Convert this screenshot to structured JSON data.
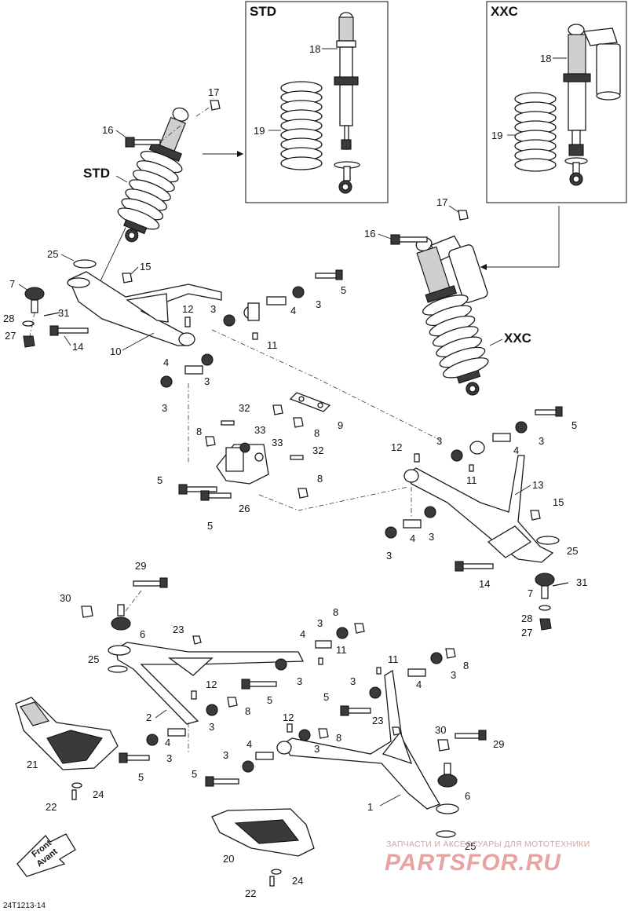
{
  "diagram": {
    "variant_labels": {
      "std_box": "STD",
      "xxc_box": "XXC",
      "std_shock": "STD",
      "xxc_shock": "XXC"
    },
    "callouts": {
      "c18a": "18",
      "c19a": "19",
      "c18b": "18",
      "c19b": "19",
      "c17a": "17",
      "c16a": "16",
      "c17b": "17",
      "c16b": "16",
      "c25a": "25",
      "c15a": "15",
      "c7a": "7",
      "c31a": "31",
      "c28a": "28",
      "c27a": "27",
      "c14a": "14",
      "c10": "10",
      "c12a": "12",
      "c3a": "3",
      "c11a": "11",
      "c4a": "4",
      "c3b": "3",
      "c5a": "5",
      "c4b": "4",
      "c3c": "3",
      "c3d": "3",
      "c32a": "32",
      "c8a": "8",
      "c33a": "33",
      "c33b": "33",
      "c32b": "32",
      "c8b": "8",
      "c9": "9",
      "c8c": "8",
      "c5b": "5",
      "c26": "26",
      "c5c": "5",
      "c3e": "3",
      "c12b": "12",
      "c11b": "11",
      "c4c": "4",
      "c3f": "3",
      "c5d": "5",
      "c13": "13",
      "c15b": "15",
      "c4d": "4",
      "c3g": "3",
      "c3h": "3",
      "c25b": "25",
      "c14b": "14",
      "c7b": "7",
      "c31b": "31",
      "c28b": "28",
      "c27b": "27",
      "c29a": "29",
      "c30a": "30",
      "c6a": "6",
      "c25c": "25",
      "c23a": "23",
      "c8d": "8",
      "c3i": "3",
      "c4e": "4",
      "c11c": "11",
      "c3j": "3",
      "c5e": "5",
      "c12c": "12",
      "c2": "2",
      "c3k": "3",
      "c8e": "8",
      "c4f": "4",
      "c3l": "3",
      "c21": "21",
      "c5f": "5",
      "c22a": "22",
      "c24a": "24",
      "c11d": "11",
      "c3m": "3",
      "c8f": "8",
      "c4g": "4",
      "c3n": "3",
      "c5g": "5",
      "c23b": "23",
      "c12d": "12",
      "c8g": "8",
      "c4h": "4",
      "c3o": "3",
      "c30b": "30",
      "c29b": "29",
      "c3p": "3",
      "c5h": "5",
      "c6b": "6",
      "c1": "1",
      "c25d": "25",
      "c20": "20",
      "c22b": "22",
      "c24b": "24"
    },
    "front_marker": {
      "line1": "Front",
      "line2": "Avant"
    },
    "figure_code": "24T1213-14",
    "watermark": {
      "tagline": "ЗАПЧАСТИ И АКСЕССУАРЫ ДЛЯ МОТОТЕХНИКИ",
      "logo": "PARTSFOR.RU"
    },
    "colors": {
      "ink": "#1a1a1a",
      "watermark": "#e8a3a3"
    }
  }
}
